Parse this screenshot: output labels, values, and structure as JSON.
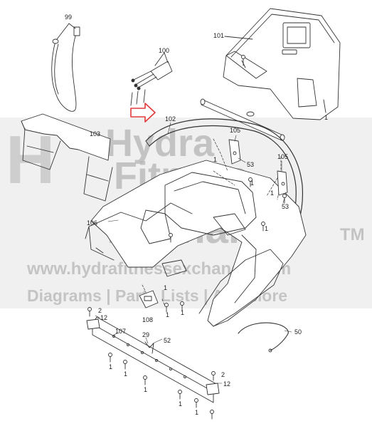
{
  "watermark": {
    "logo_letter": "H",
    "line1": "Hydra",
    "line2": "Fitness",
    "line3": "Exchange",
    "trademark": "TM",
    "url": "www.hydrafitnessexchange.com",
    "tagline": "Diagrams | Parts Lists | And More"
  },
  "labels": {
    "p99": "99",
    "p101": "101",
    "p100": "100",
    "p102": "102",
    "p103": "103",
    "p105a": "105",
    "p105b": "105",
    "p53a": "53",
    "p53b": "53",
    "p1a": "1",
    "p1b": "1",
    "p1c": "1",
    "p1d": "1",
    "p1e": "1",
    "p1f": "1",
    "p1g": "1",
    "p1h": "1",
    "p1i": "1",
    "p1j": "1",
    "p1k": "1",
    "p1l": "1",
    "p1m": "1",
    "p106": "106",
    "p108": "108",
    "p107": "107",
    "p2a": "2",
    "p12a": "12",
    "p29": "29",
    "p52": "52",
    "p50": "50",
    "p2b": "2",
    "p12b": "12"
  },
  "colors": {
    "line": "#333333",
    "highlight_arrow": "#e23a3a",
    "watermark": "#b9b9b9"
  }
}
